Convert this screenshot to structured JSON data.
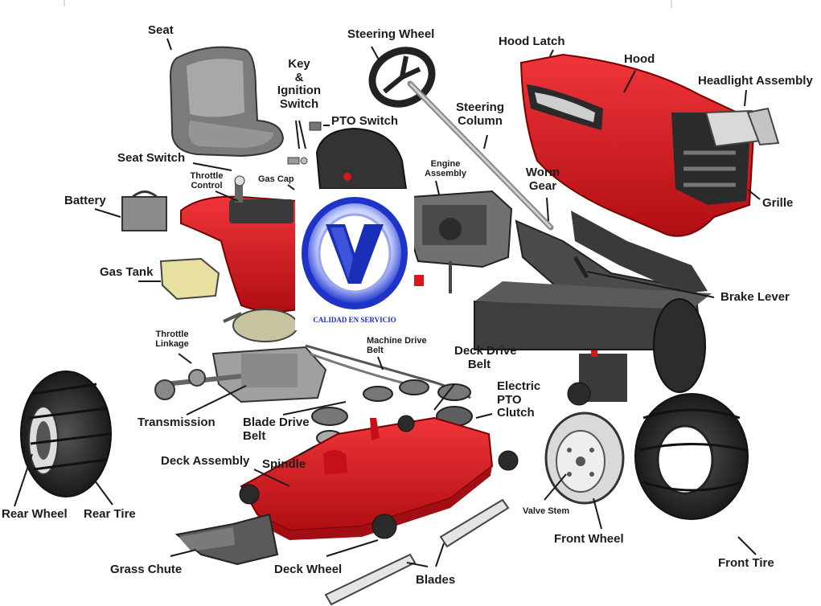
{
  "labels": {
    "seat": "Seat",
    "key_ignition": [
      "Key",
      "&",
      "Ignition",
      "Switch"
    ],
    "steering_wheel": "Steering Wheel",
    "hood_latch": "Hood Latch",
    "hood": "Hood",
    "headlight_assembly": "Headlight Assembly",
    "pto_switch": "PTO Switch",
    "steering_column": [
      "Steering",
      "Column"
    ],
    "seat_switch": "Seat Switch",
    "throttle_control": [
      "Throttle",
      "Control"
    ],
    "gas_cap": "Gas Cap",
    "engine_assembly": [
      "Engine",
      "Assembly"
    ],
    "worm_gear": [
      "Worm",
      "Gear"
    ],
    "grille": "Grille",
    "battery": "Battery",
    "gas_tank": "Gas Tank",
    "brake_lever": "Brake Lever",
    "throttle_linkage": [
      "Throttle",
      "Linkage"
    ],
    "machine_drive_belt": [
      "Machine Drive",
      "Belt"
    ],
    "deck_drive_belt": [
      "Deck Drive",
      "Belt"
    ],
    "electric_pto_clutch": [
      "Electric",
      "PTO",
      "Clutch"
    ],
    "transmission": "Transmission",
    "blade_drive_belt": [
      "Blade Drive",
      "Belt"
    ],
    "deck_assembly": "Deck Assembly",
    "spindle": "Spindle",
    "valve_stem": "Valve Stem",
    "front_wheel": "Front Wheel",
    "front_tire": "Front Tire",
    "rear_wheel": "Rear Wheel",
    "rear_tire": "Rear Tire",
    "grass_chute": "Grass Chute",
    "deck_wheel": "Deck Wheel",
    "blades": "Blades"
  },
  "logo": {
    "text": "CALIDAD EN SERVICIO",
    "letter": "V"
  },
  "colors": {
    "red": "#d8161c",
    "dark_red": "#8e0c10",
    "tire": "#2a2a2a",
    "gray": "#9a9a9a",
    "logo_blue": "#1a2fb8"
  }
}
